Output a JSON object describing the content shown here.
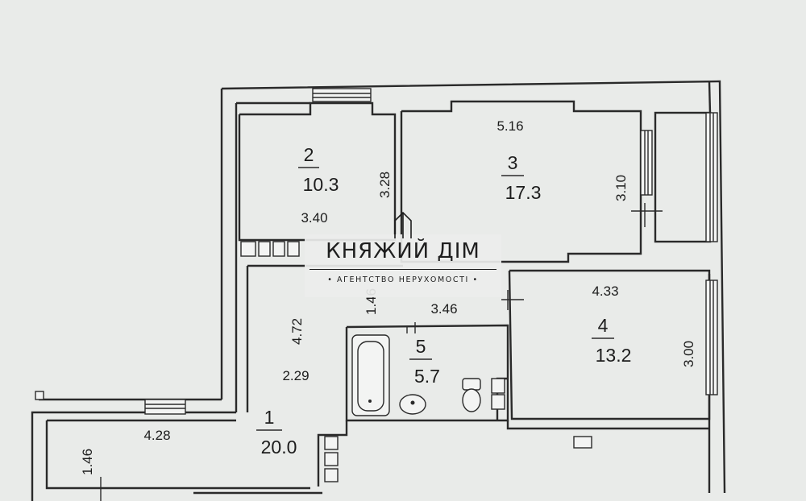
{
  "rooms": [
    {
      "number": "1",
      "area": "20.0"
    },
    {
      "number": "2",
      "area": "10.3"
    },
    {
      "number": "3",
      "area": "17.3"
    },
    {
      "number": "4",
      "area": "13.2"
    },
    {
      "number": "5",
      "area": "5.7"
    }
  ],
  "dimensions": {
    "r2_height": "3.28",
    "r2_width": "3.40",
    "r3_width": "5.16",
    "r3_height": "3.10",
    "r4_width": "4.33",
    "r4_height": "3.00",
    "hall_width": "3.46",
    "hall_small": "1.46",
    "r1_height": "4.72",
    "r1_width": "2.29",
    "entry_width": "4.28",
    "entry_height": "1.46"
  },
  "watermark": {
    "title": "КНЯЖИЙ ДІМ",
    "subtitle": "• АГЕНТСТВО НЕРУХОМОСТІ •"
  }
}
